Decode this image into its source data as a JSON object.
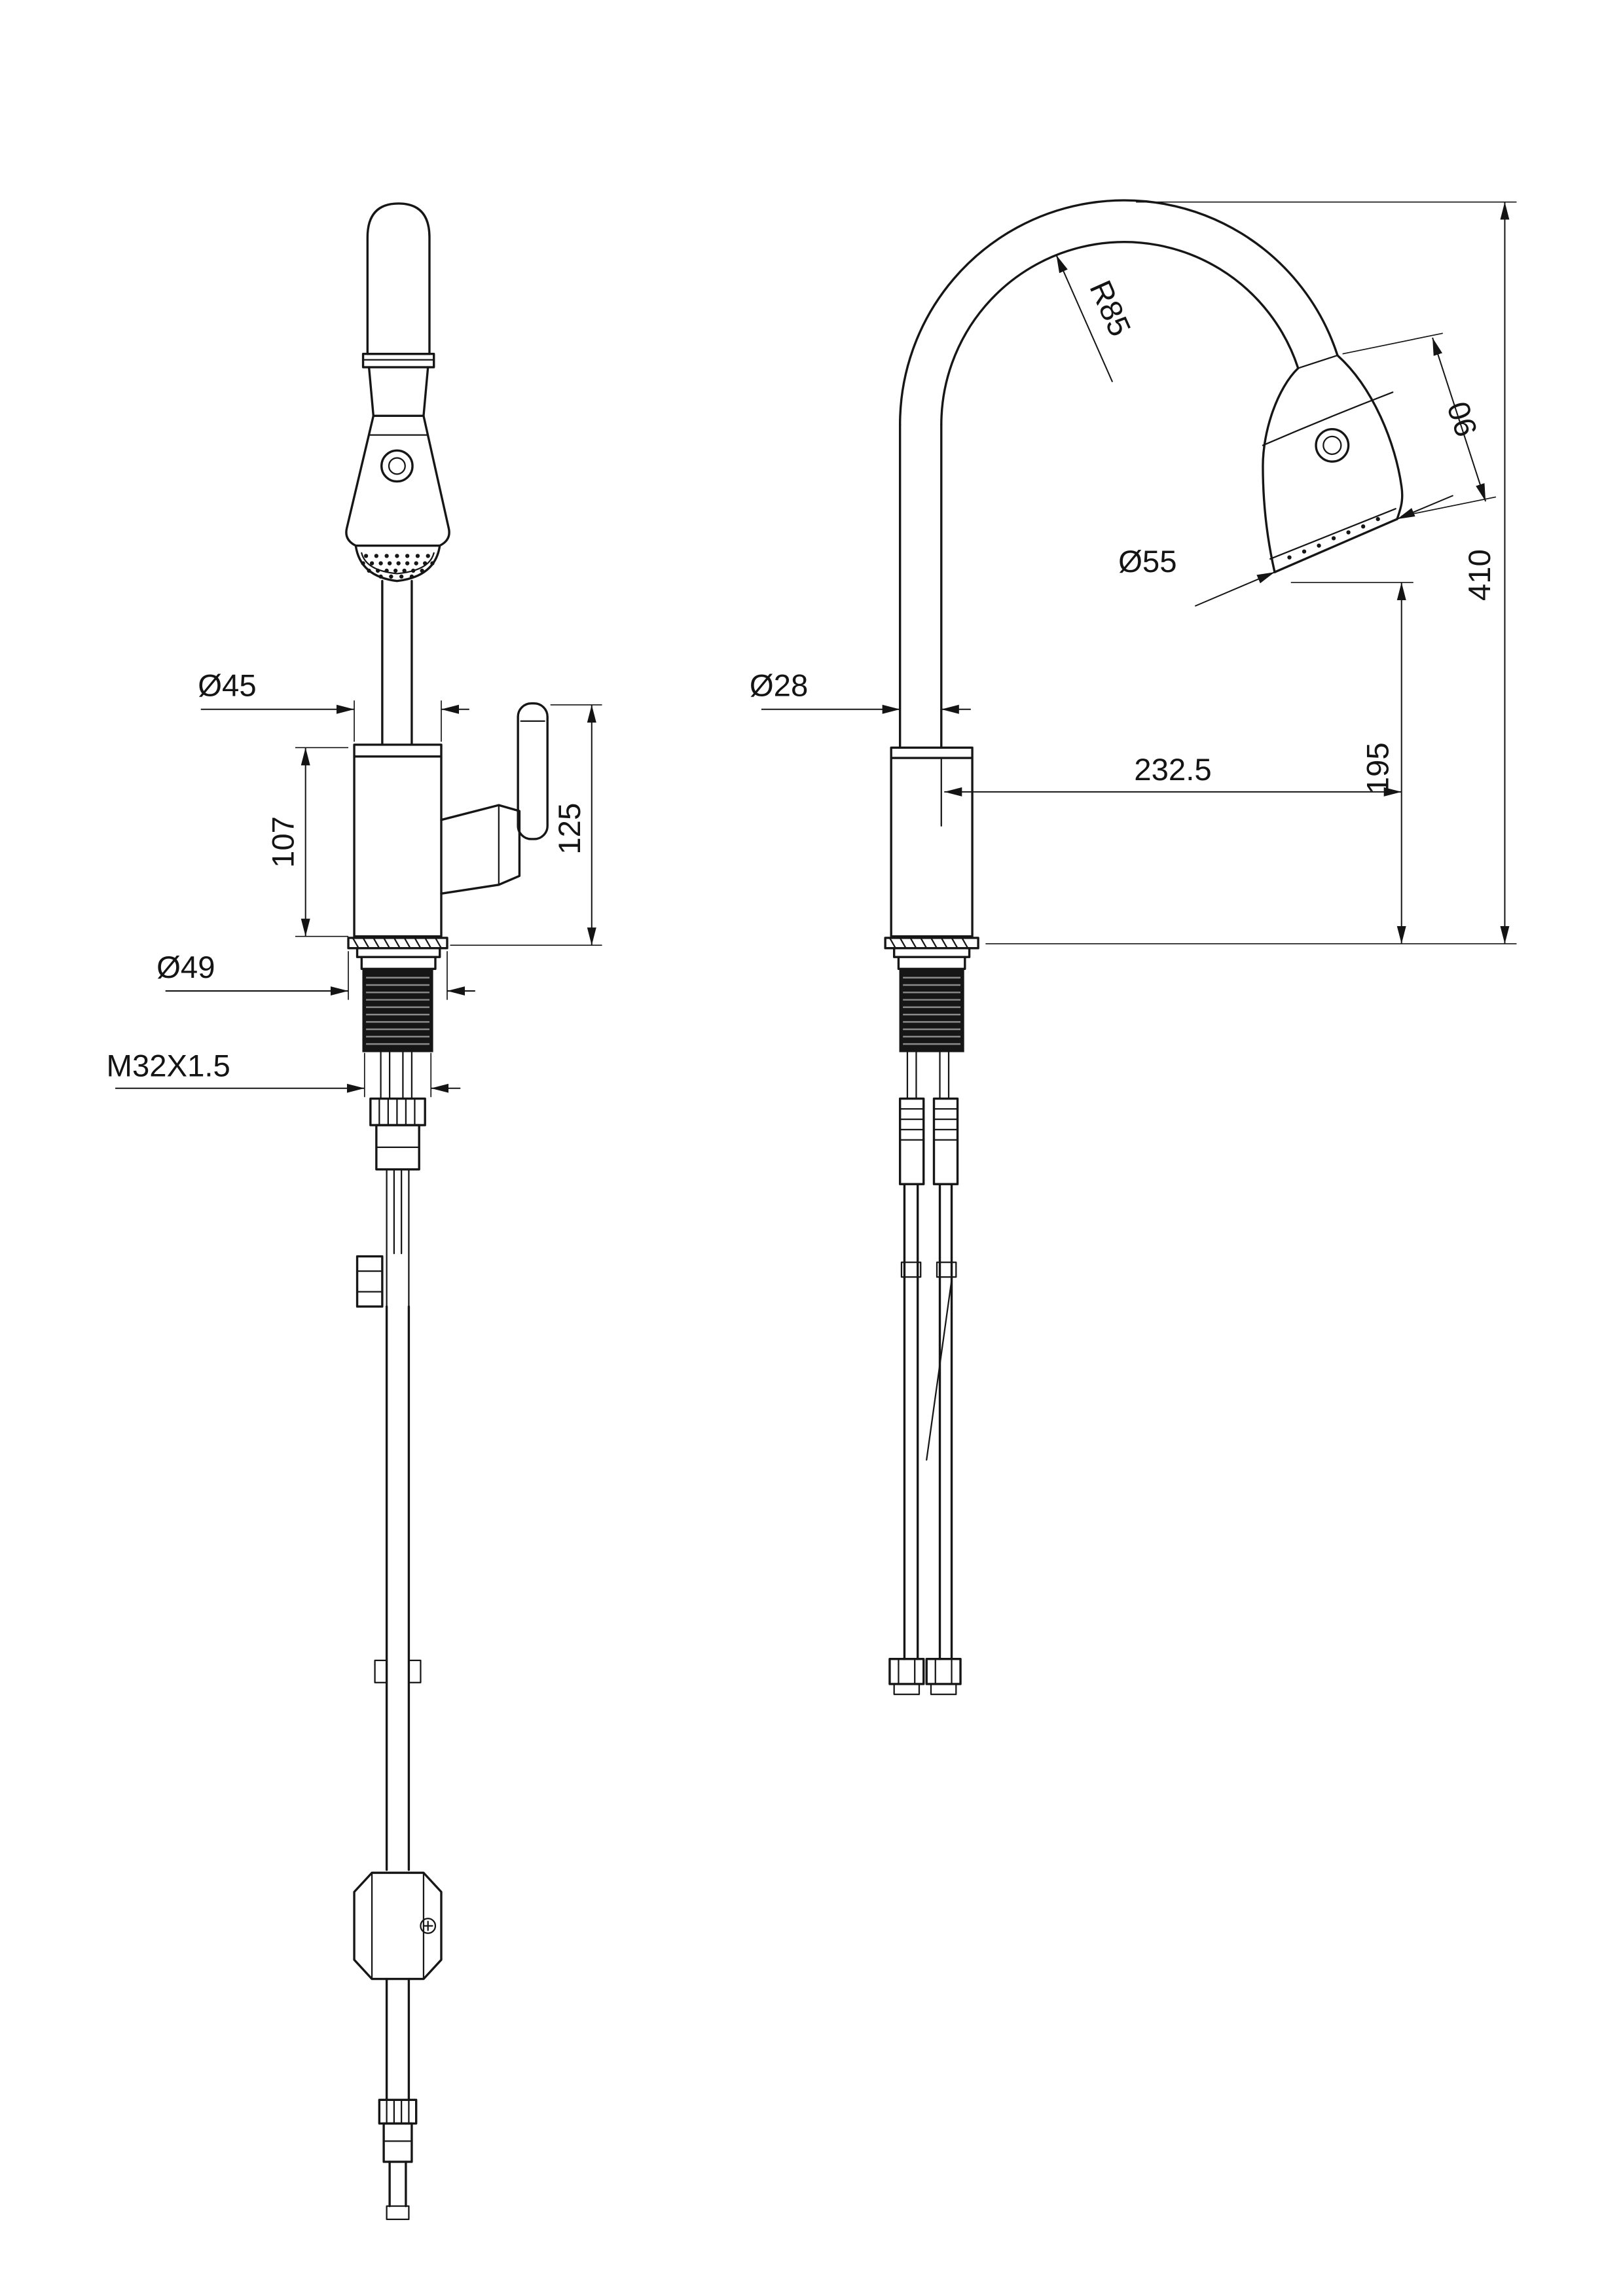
{
  "style": {
    "line_color": "#161616",
    "background": "#ffffff"
  },
  "front_view": {
    "dims": {
      "spout_diameter": "Ø45",
      "body_height": "107",
      "body_with_handle_height": "125",
      "base_diameter": "Ø49",
      "mounting_thread": "M32X1.5"
    }
  },
  "side_view": {
    "dims": {
      "column_diameter": "Ø28",
      "bend_radius": "R85",
      "head_length": "90",
      "spray_face_diameter": "Ø55",
      "reach": "232.5",
      "outlet_height": "195",
      "overall_height": "410"
    }
  }
}
